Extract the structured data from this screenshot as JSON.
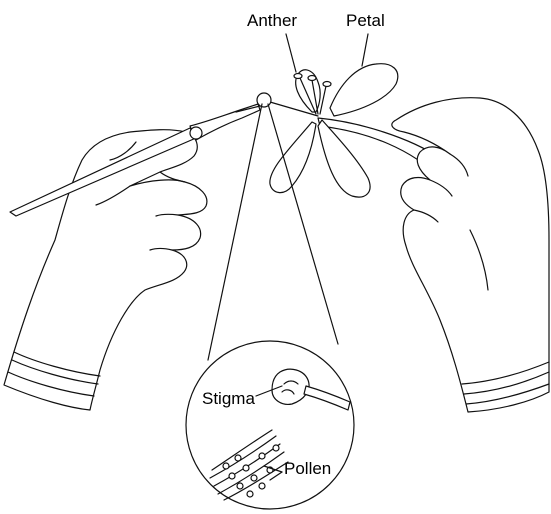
{
  "labels": {
    "anther": "Anther",
    "petal": "Petal",
    "stigma": "Stigma",
    "pollen": "Pollen"
  },
  "colors": {
    "line": "#111111",
    "background": "#ffffff"
  }
}
